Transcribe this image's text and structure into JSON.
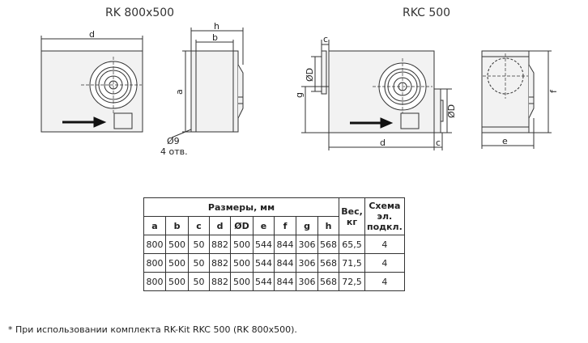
{
  "titles": {
    "left": "RK 800x500",
    "right": "RKC 500"
  },
  "drawing_labels": {
    "d": "d",
    "h": "h",
    "b": "b",
    "a": "a",
    "hole_dia": "Ø9",
    "holes": "4 отв.",
    "c": "c",
    "D": "ØD",
    "g": "g",
    "e": "e",
    "f": "f"
  },
  "table": {
    "group_header": "Размеры, мм",
    "weight_header": "Вес, кг",
    "scheme_header": "Схема эл. подкл.",
    "columns": [
      "a",
      "b",
      "c",
      "d",
      "ØD",
      "e",
      "f",
      "g",
      "h"
    ],
    "rows": [
      [
        "800",
        "500",
        "50",
        "882",
        "500",
        "544",
        "844",
        "306",
        "568",
        "65,5",
        "4"
      ],
      [
        "800",
        "500",
        "50",
        "882",
        "500",
        "544",
        "844",
        "306",
        "568",
        "71,5",
        "4"
      ],
      [
        "800",
        "500",
        "50",
        "882",
        "500",
        "544",
        "844",
        "306",
        "568",
        "72,5",
        "4"
      ]
    ]
  },
  "footnote": "* При использовании комплекта RK-Kit RKC 500 (RK 800x500).",
  "colors": {
    "line": "#333333",
    "fill": "#f2f2f2",
    "arrow": "#111111"
  }
}
